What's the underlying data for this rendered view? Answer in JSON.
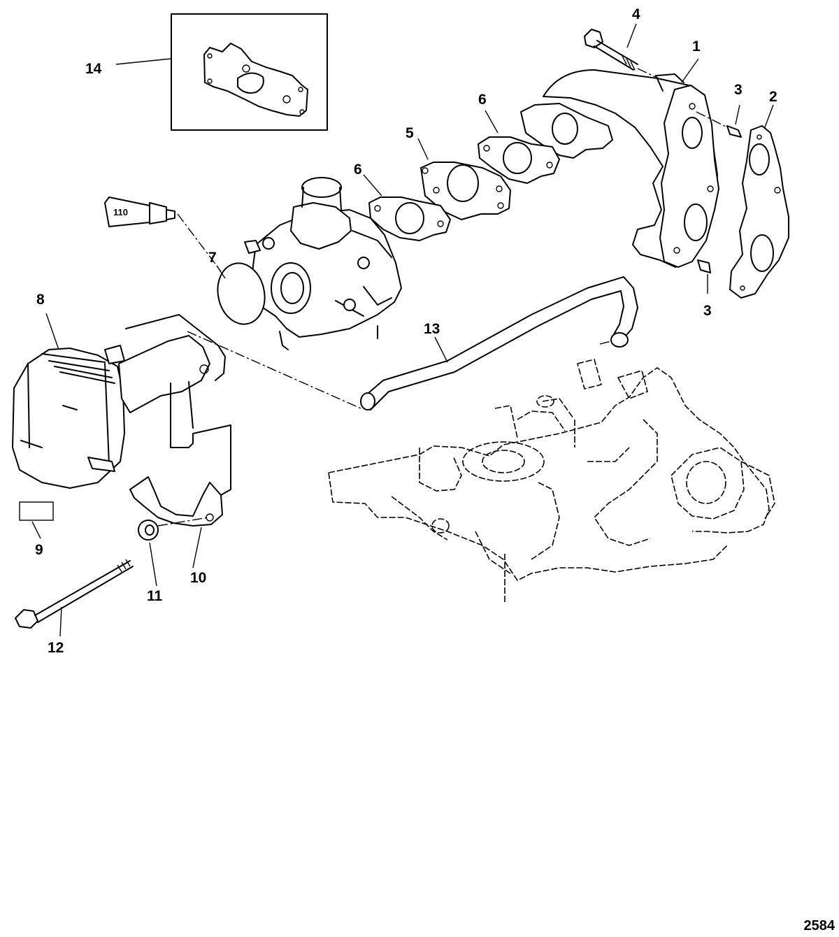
{
  "callouts": {
    "c1": "1",
    "c2": "2",
    "c3a": "3",
    "c3b": "3",
    "c4": "4",
    "c5": "5",
    "c6a": "6",
    "c6b": "6",
    "c7": "7",
    "c8": "8",
    "c9": "9",
    "c10": "10",
    "c11": "11",
    "c12": "12",
    "c13": "13",
    "c14": "14"
  },
  "sealant_tube_label": "110",
  "figure_id": "2584"
}
